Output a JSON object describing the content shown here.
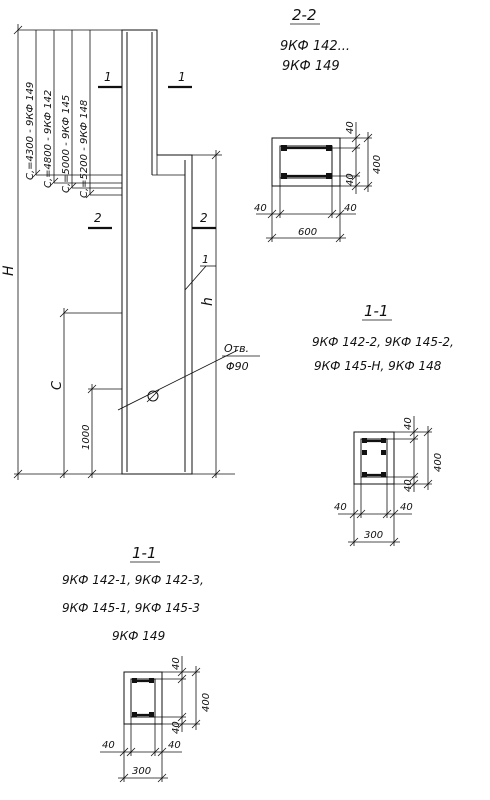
{
  "elevation": {
    "heights": [
      "C,=4300 - 9КФ 149",
      "C,=4800 - 9КФ 142",
      "C,=5000 - 9КФ 145",
      "C,=5200 - 9КФ 148"
    ],
    "dim_H": "H",
    "dim_C": "C",
    "dim_1000": "1000",
    "dim_h": "h",
    "cut_upper_left": "1",
    "cut_upper_right": "1",
    "cut_lower_left": "2",
    "cut_lower_right": "2",
    "leader_1": "1",
    "hole_label_1": "Отв.",
    "hole_label_2": "Φ90"
  },
  "section_2_2": {
    "title": "2-2",
    "marks_line_1": "9КФ 142...",
    "marks_line_2": "9КФ 149",
    "dim_cover_top": "40",
    "dim_cover_bottom": "40",
    "dim_height": "400",
    "dim_cover_left": "40",
    "dim_cover_right": "40",
    "dim_width": "600"
  },
  "section_1_1_right": {
    "title": "1-1",
    "marks_line_1": "9КФ 142-2, 9КФ 145-2,",
    "marks_line_2": "9КФ 145-Н, 9КФ 148",
    "dim_cover_top": "40",
    "dim_cover_bottom": "40",
    "dim_height": "400",
    "dim_cover_left": "40",
    "dim_cover_right": "40",
    "dim_width": "300"
  },
  "section_1_1_bottom": {
    "title": "1-1",
    "marks_line_1": "9КФ 142-1, 9КФ 142-3,",
    "marks_line_2": "9КФ 145-1, 9КФ 145-3",
    "marks_line_3": "9КФ 149",
    "dim_cover_top": "40",
    "dim_cover_bottom": "40",
    "dim_height": "400",
    "dim_cover_left": "40",
    "dim_cover_right": "40",
    "dim_width": "300"
  }
}
